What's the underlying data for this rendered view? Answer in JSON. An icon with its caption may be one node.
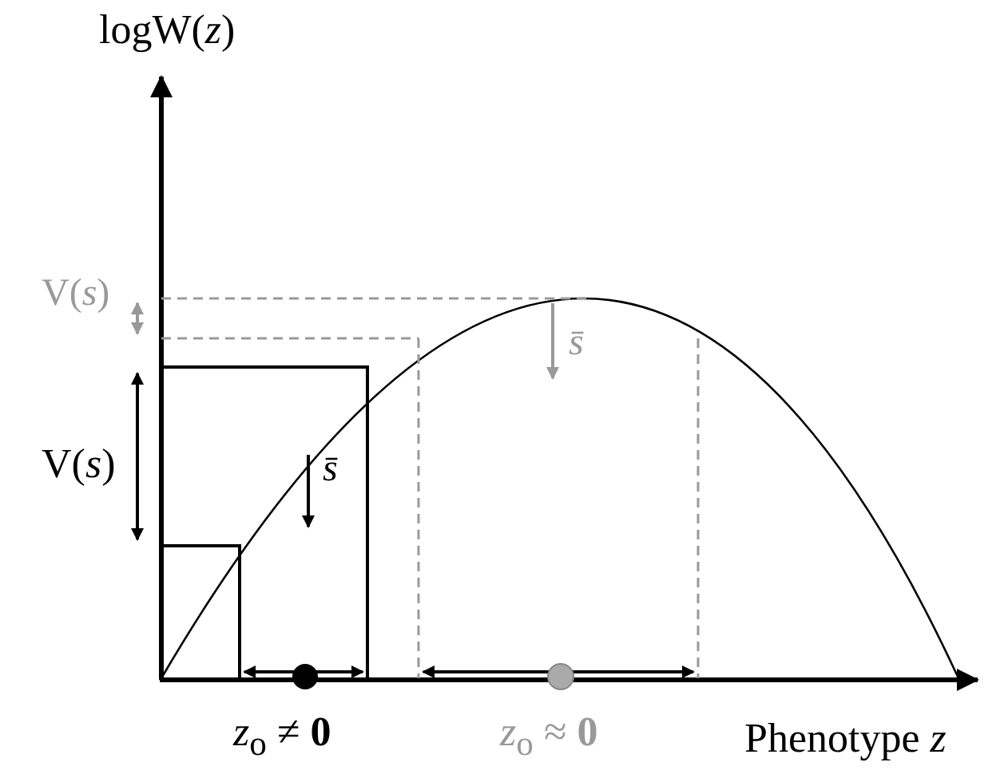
{
  "diagram": {
    "labels": [
      "logW(*z*)",
      "V(*s*)",
      "*s̄*",
      "V(*s*)",
      "*s̄*",
      "*z*$_{o}$ ≠ **0**",
      "*z*$_{o}$ ≈ **0**",
      "Phenotype *z*"
    ]
  }
}
